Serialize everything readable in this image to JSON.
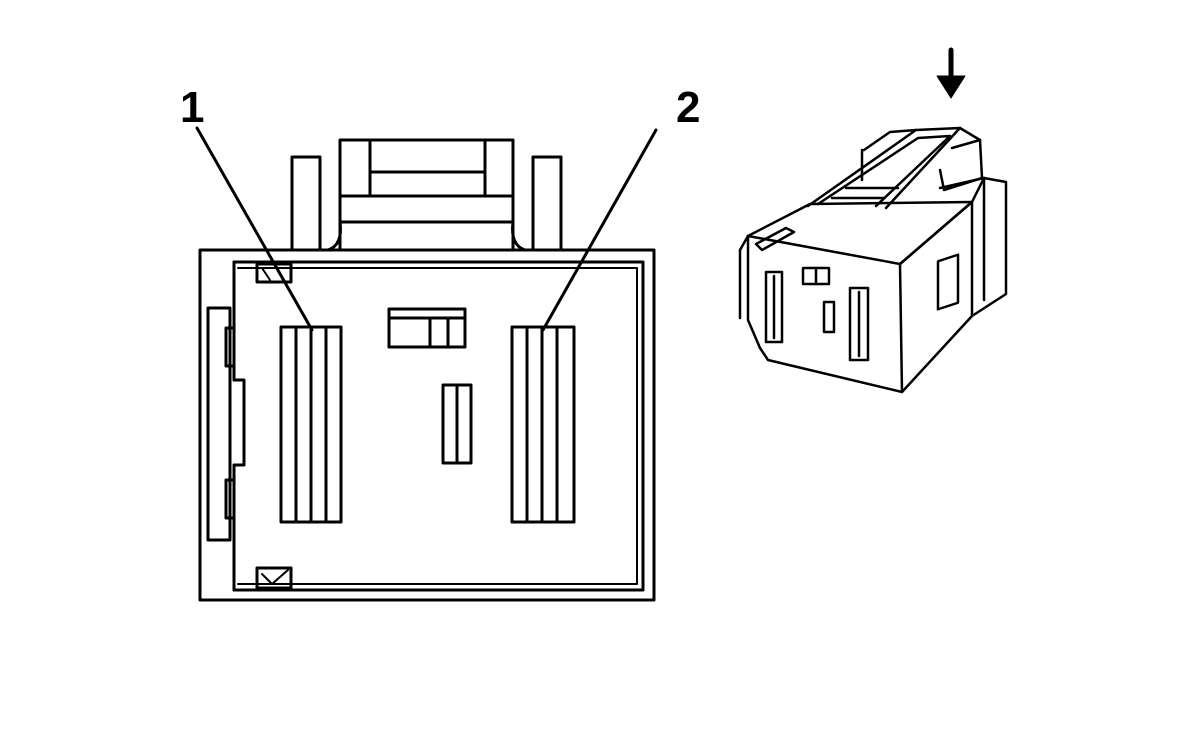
{
  "callouts": [
    {
      "id": "1",
      "label": "1",
      "target": "terminal-1"
    },
    {
      "id": "2",
      "label": "2",
      "target": "terminal-2"
    }
  ],
  "icons": {
    "direction_arrow": "down-arrow-icon"
  },
  "colors": {
    "stroke": "#000000",
    "background": "#ffffff"
  }
}
